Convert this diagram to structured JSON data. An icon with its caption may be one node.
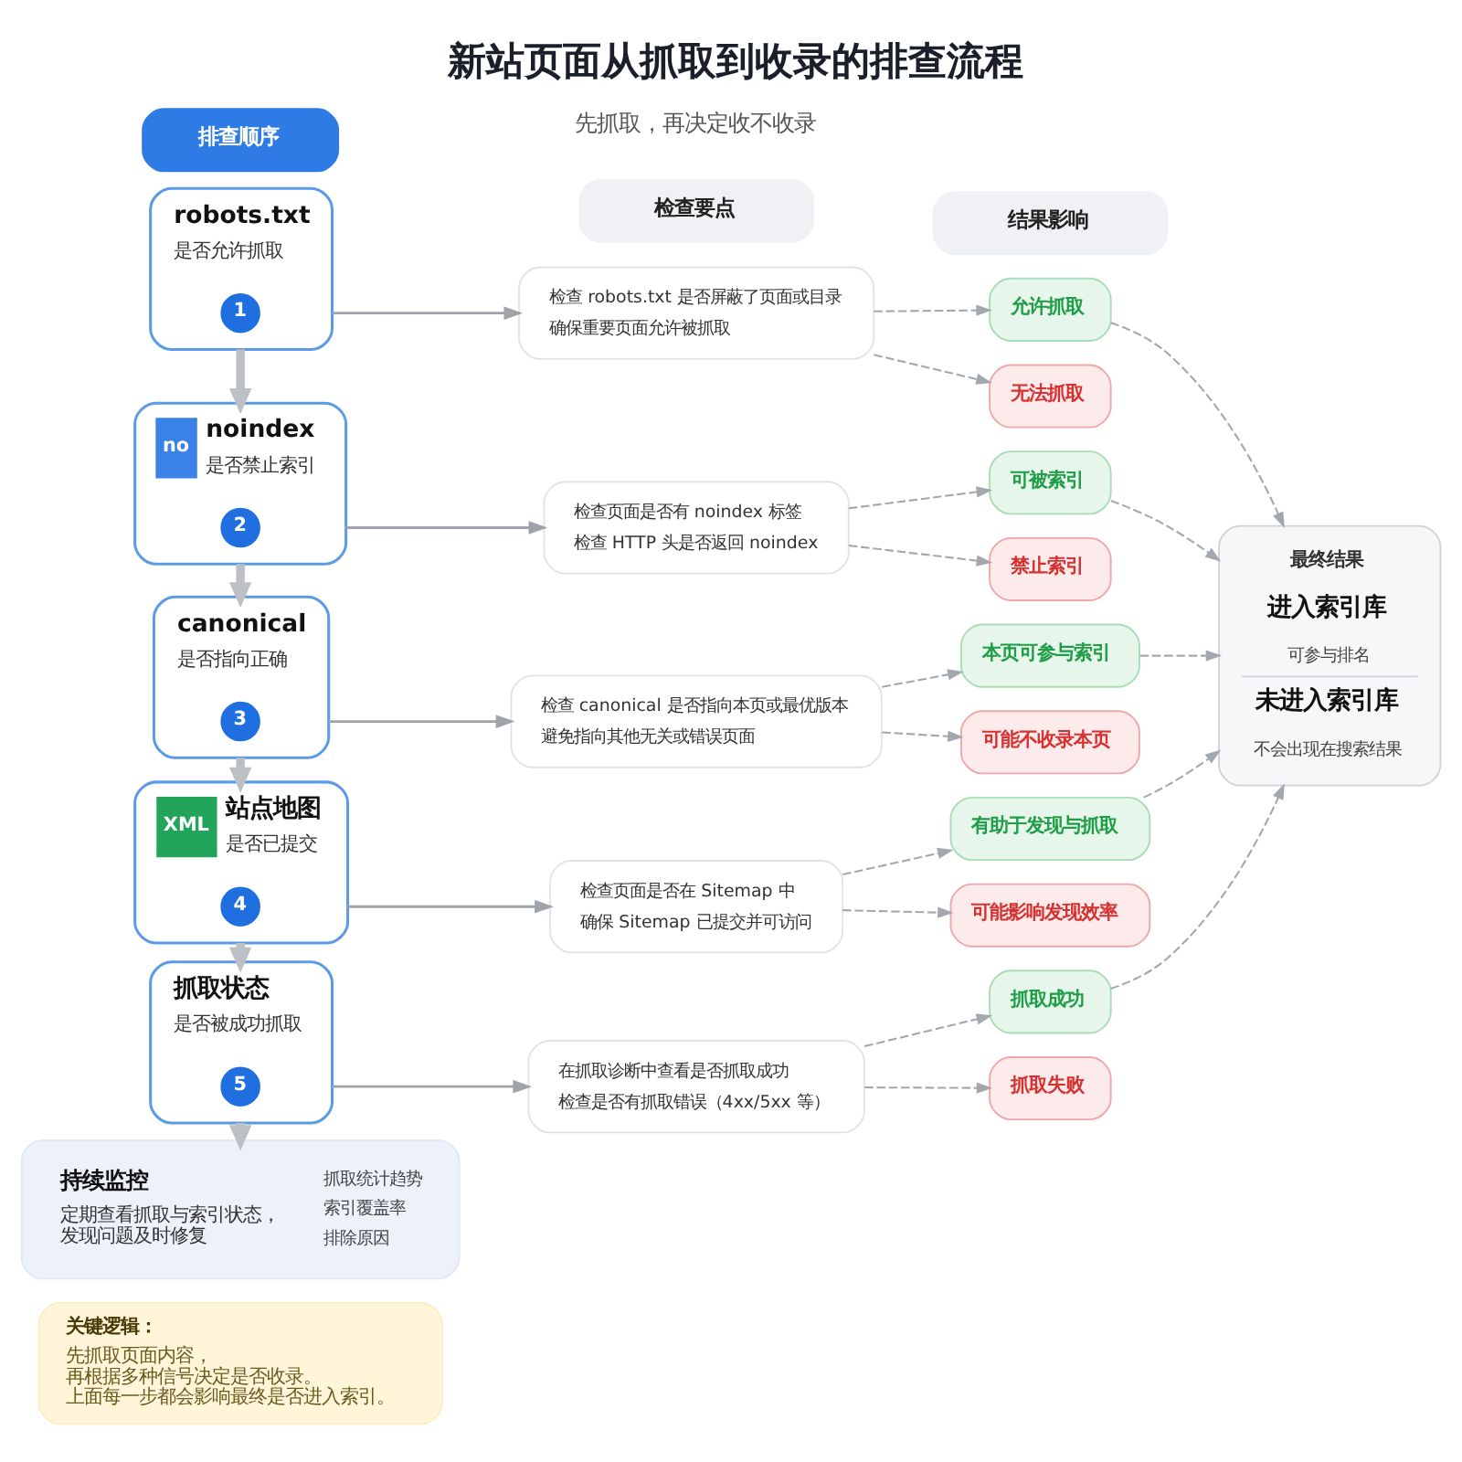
{
  "diagram": {
    "title": "新站页面从抓取到收录的排查流程",
    "nodes": [
      {
        "text": [
          "排查顺序"
        ]
      },
      {
        "text": [
          "检查要点"
        ]
      },
      {
        "text": [
          "结果影响"
        ]
      },
      {
        "text": [
          "robots.txt",
          "是否允许抓取"
        ]
      },
      {
        "text": [
          "1"
        ],
        "in": 3
      },
      {
        "text": [
          "检查 robots.txt 是否屏蔽了页面或目录",
          "确保重要页面允许被抓取"
        ]
      },
      {
        "text": [
          "允许抓取"
        ]
      },
      {
        "text": [
          "无法抓取"
        ]
      },
      {
        "text": [
          "no",
          "noindex",
          "是否禁止索引"
        ]
      },
      {
        "text": [
          "2"
        ],
        "in": 8
      },
      {
        "text": [
          "检查页面是否有 noindex 标签",
          "检查 HTTP 头是否返回 noindex"
        ]
      },
      {
        "text": [
          "可被索引"
        ]
      },
      {
        "text": [
          "禁止索引"
        ]
      },
      {
        "text": [
          "canonical",
          "是否指向正确"
        ]
      },
      {
        "text": [
          "3"
        ],
        "in": 13
      },
      {
        "text": [
          "检查 canonical 是否指向本页或最优版本",
          "避免指向其他无关或错误页面"
        ]
      },
      {
        "text": [
          "本页可参与索引"
        ]
      },
      {
        "text": [
          "可能不收录本页"
        ]
      },
      {
        "text": [
          "XML",
          "站点地图",
          "是否已提交"
        ]
      },
      {
        "text": [
          "4"
        ],
        "in": 18
      },
      {
        "text": [
          "检查页面是否在 Sitemap 中",
          "确保 Sitemap 已提交并可访问"
        ]
      },
      {
        "text": [
          "有助于发现与抓取"
        ]
      },
      {
        "text": [
          "可能影响发现效率"
        ]
      },
      {
        "text": [
          "抓取状态",
          "是否被成功抓取"
        ]
      },
      {
        "text": [
          "5"
        ],
        "in": 23
      },
      {
        "text": [
          "在抓取诊断中查看是否抓取成功",
          "检查是否有抓取错误（4xx/5xx 等）"
        ]
      },
      {
        "text": [
          "抓取成功"
        ]
      },
      {
        "text": [
          "抓取失败"
        ]
      },
      {
        "text": [
          "最终结果",
          "进入索引库",
          "可参与排名",
          "未进入索引库",
          "不会出现在搜索结果"
        ]
      },
      {
        "text": [
          "持续监控",
          "定期查看抓取与索引状态，发现问题及时修复",
          "抓取统计趋势",
          "索引覆盖率",
          "排除原因"
        ]
      },
      {
        "text": [
          "关键逻辑：",
          "先抓取页面内容，再根据多种信号决定是否收录。上面每一步都会影响最终是否进入索引。"
        ]
      }
    ],
    "edges": [
      {
        "from": 3,
        "to": 5,
        "arrow": "to"
      },
      {
        "from": 5,
        "to": 6,
        "arrow": "to",
        "style": "dashed"
      },
      {
        "from": 5,
        "to": 7,
        "arrow": "to",
        "style": "dashed"
      },
      {
        "from": 6,
        "to": 28,
        "arrow": "to",
        "style": "dashed"
      },
      {
        "from": 3,
        "to": 8,
        "arrow": "to",
        "style": "thick"
      },
      {
        "from": 8,
        "to": 10,
        "arrow": "to"
      },
      {
        "from": 10,
        "to": 11,
        "arrow": "to",
        "style": "dashed"
      },
      {
        "from": 10,
        "to": 12,
        "arrow": "to",
        "style": "dashed"
      },
      {
        "from": 11,
        "to": 28,
        "arrow": "to",
        "style": "dashed"
      },
      {
        "from": 8,
        "to": 13,
        "arrow": "to",
        "style": "thick"
      },
      {
        "from": 13,
        "to": 15,
        "arrow": "to"
      },
      {
        "from": 15,
        "to": 16,
        "arrow": "to",
        "style": "dashed"
      },
      {
        "from": 15,
        "to": 17,
        "arrow": "to",
        "style": "dashed"
      },
      {
        "from": 16,
        "to": 28,
        "arrow": "to",
        "style": "dashed"
      },
      {
        "from": 13,
        "to": 18,
        "arrow": "to",
        "style": "thick"
      },
      {
        "from": 18,
        "to": 20,
        "arrow": "to"
      },
      {
        "from": 20,
        "to": 21,
        "arrow": "to",
        "style": "dashed"
      },
      {
        "from": 20,
        "to": 22,
        "arrow": "to",
        "style": "dashed"
      },
      {
        "from": 21,
        "to": 28,
        "arrow": "to",
        "style": "dashed"
      },
      {
        "from": 18,
        "to": 23,
        "arrow": "to",
        "style": "thick"
      },
      {
        "from": 23,
        "to": 25,
        "arrow": "to"
      },
      {
        "from": 25,
        "to": 26,
        "arrow": "to",
        "style": "dashed"
      },
      {
        "from": 25,
        "to": 27,
        "arrow": "to",
        "style": "dashed"
      },
      {
        "from": 26,
        "to": 28,
        "arrow": "to",
        "style": "dashed"
      },
      {
        "from": 23,
        "to": 29,
        "arrow": "to",
        "style": "thick"
      }
    ],
    "labels": [
      "先抓取，再决定收不收录"
    ]
  }
}
